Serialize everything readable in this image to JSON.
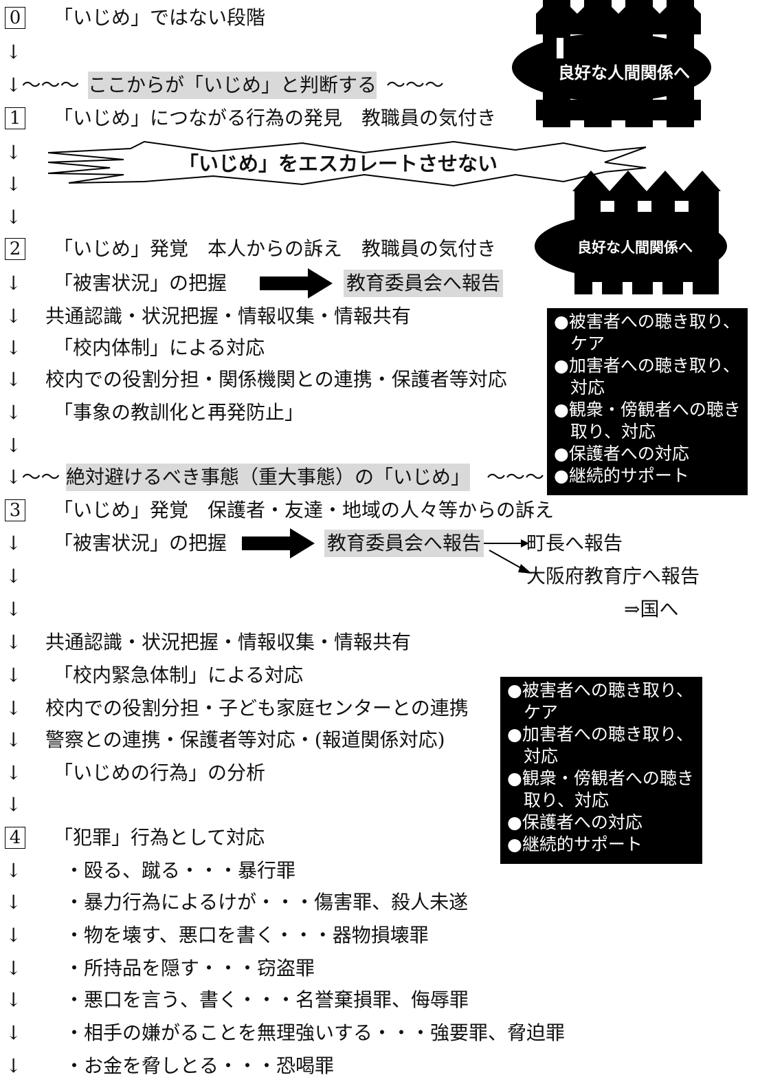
{
  "step0": {
    "num": "0",
    "text": "「いじめ」ではない段階"
  },
  "arrow": "↓",
  "line_judge": {
    "lead": "↓〜〜〜",
    "text": "ここからが「いじめ」と判断する",
    "tail": "〜〜〜"
  },
  "step1": {
    "num": "1",
    "text": "「いじめ」につながる行為の発見　教職員の気付き"
  },
  "banner": "「いじめ」をエスカレートさせない",
  "fence_label_1": "良好な人間関係へ",
  "fence_label_2": "良好な人間関係へ",
  "step2": {
    "num": "2",
    "text": "「いじめ」発覚　本人からの訴え　教職員の気付き",
    "lines": [
      {
        "text": "「被害状況」の把握",
        "report": "教育委員会へ報告"
      },
      {
        "text": "共通認識・状況把握・情報収集・情報共有"
      },
      {
        "text": "「校内体制」による対応"
      },
      {
        "text": "校内での役割分担・関係機関との連携・保護者等対応"
      },
      {
        "text": "「事象の教訓化と再発防止」"
      }
    ]
  },
  "line_serious": {
    "lead": "↓〜〜",
    "text": "絶対避けるべき事態（重大事態）の「いじめ」",
    "tail": "〜〜〜"
  },
  "box1": [
    "●被害者への聴き取り、ケア",
    "●加害者への聴き取り、対応",
    "●観衆・傍観者への聴き取り、対応",
    "●保護者への対応",
    "●継続的サポート"
  ],
  "step3": {
    "num": "3",
    "text": "「いじめ」発覚　保護者・友達・地域の人々等からの訴え",
    "report_line": {
      "text": "「被害状況」の把握",
      "report": "教育委員会へ報告",
      "mayor": "町長へ報告",
      "pref": "大阪府教育庁へ報告",
      "nation": "⇒国へ"
    },
    "lines": [
      {
        "text": "共通認識・状況把握・情報収集・情報共有"
      },
      {
        "text": "「校内緊急体制」による対応"
      },
      {
        "text": "校内での役割分担・子ども家庭センターとの連携"
      },
      {
        "text": "警察との連携・保護者等対応・(報道関係対応)"
      },
      {
        "text": "「いじめの行為」の分析"
      }
    ]
  },
  "box2": [
    "●被害者への聴き取り、ケア",
    "●加害者への聴き取り、対応",
    "●観衆・傍観者への聴き取り、対応",
    "●保護者への対応",
    "●継続的サポート"
  ],
  "step4": {
    "num": "4",
    "text": "「犯罪」行為として対応",
    "items": [
      "・殴る、蹴る・・・暴行罪",
      "・暴力行為によるけが・・・傷害罪、殺人未遂",
      "・物を壊す、悪口を書く・・・器物損壊罪",
      "・所持品を隠す・・・窃盗罪",
      "・悪口を言う、書く・・・名誉棄損罪、侮辱罪",
      "・相手の嫌がることを無理強いする・・・強要罪、脅迫罪",
      "・お金を脅しとる・・・恐喝罪"
    ]
  }
}
